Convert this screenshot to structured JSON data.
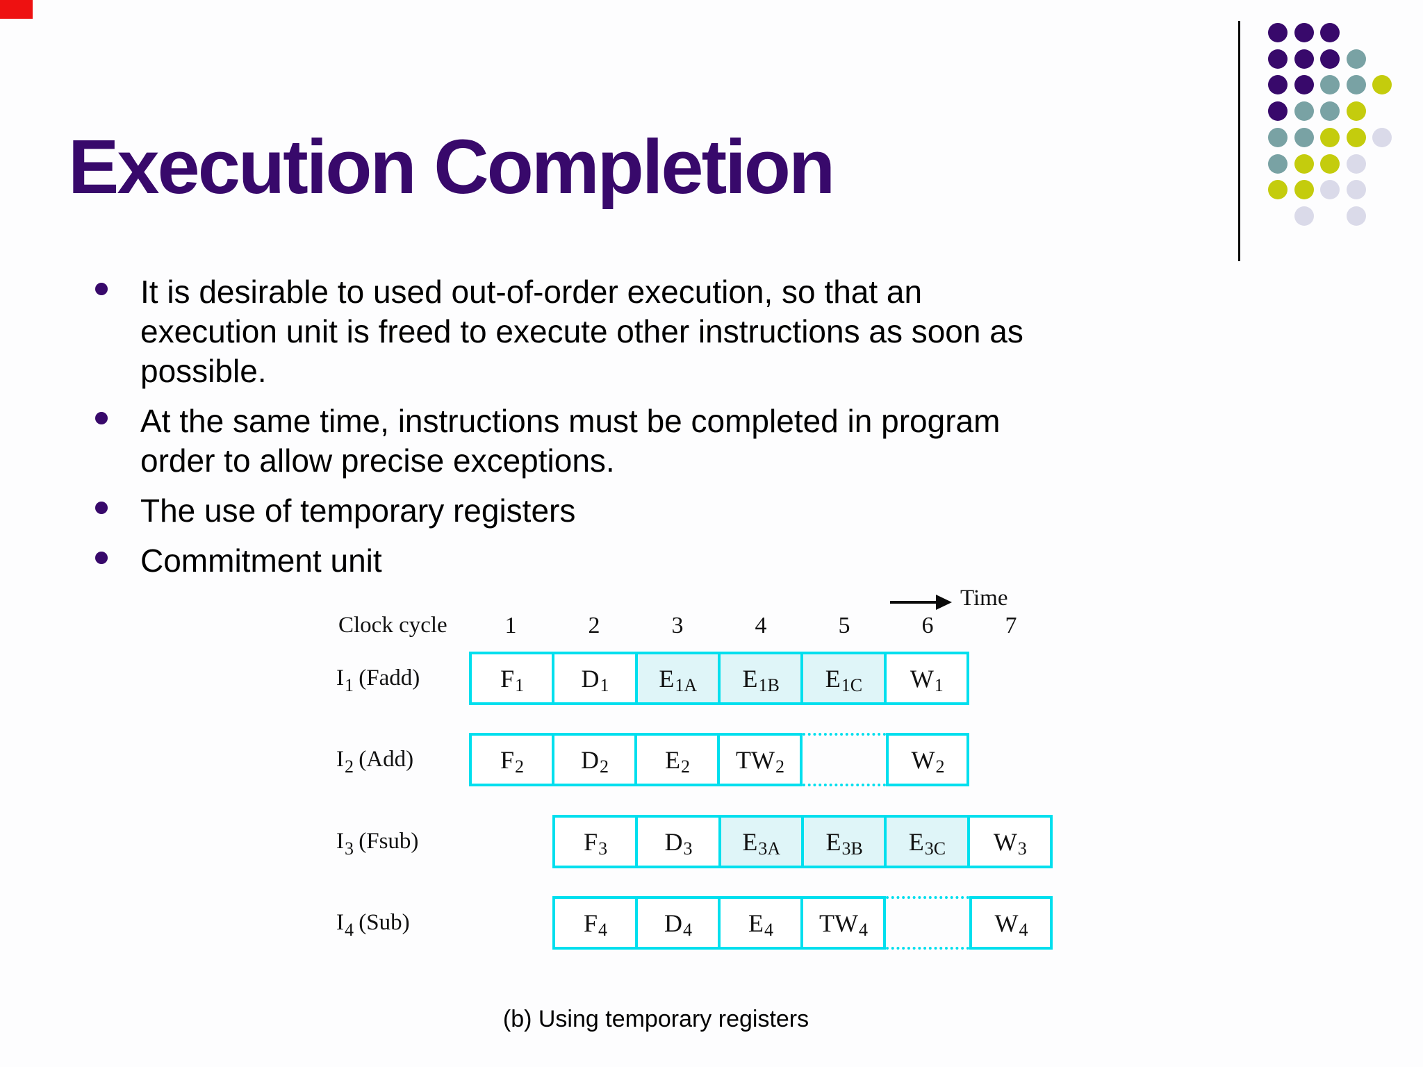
{
  "title": "Execution Completion",
  "title_color": "#38096b",
  "corner_mark_color": "#ee1111",
  "bullets": [
    {
      "lines": [
        "It is desirable to used out-of-order execution, so that an",
        "execution unit is freed to execute other instructions as soon as",
        "possible."
      ]
    },
    {
      "lines": [
        "At the same time, instructions must be completed in program",
        "order to allow precise exceptions."
      ]
    },
    {
      "lines": [
        "The use of temporary registers"
      ]
    },
    {
      "lines": [
        "Commitment unit"
      ]
    }
  ],
  "decoration": {
    "palette": {
      "P": "#38096b",
      "T": "#79a2a4",
      "Y": "#c4cc0d",
      "L": "#dadae9"
    },
    "rows": [
      "PPP..",
      "PPPT.",
      "PPTTY",
      "PTTY.",
      "TTYYL",
      "TYYL.",
      "YYLL.",
      ".L.L."
    ]
  },
  "diagram": {
    "clock_cycle_label": "Clock cycle",
    "cycles": [
      "1",
      "2",
      "3",
      "4",
      "5",
      "6",
      "7"
    ],
    "time_label": "Time",
    "border_color": "#00dfee",
    "stage_fill_color": "#dff5f8",
    "caption": "(b) Using temporary registers",
    "rows": [
      {
        "label": {
          "base": "I",
          "sub": "1",
          "text": "(Fadd)"
        },
        "segments": [
          {
            "box": [
              1,
              6
            ],
            "cells": [
              {
                "t": "F",
                "sub": "1"
              },
              {
                "t": "D",
                "sub": "1"
              },
              {
                "t": "E",
                "sub": "1A",
                "filled": true
              },
              {
                "t": "E",
                "sub": "1B",
                "filled": true
              },
              {
                "t": "E",
                "sub": "1C",
                "filled": true
              },
              {
                "t": "W",
                "sub": "1"
              }
            ]
          }
        ]
      },
      {
        "label": {
          "base": "I",
          "sub": "2",
          "text": "(Add)"
        },
        "segments": [
          {
            "box": [
              1,
              4
            ],
            "cells": [
              {
                "t": "F",
                "sub": "2"
              },
              {
                "t": "D",
                "sub": "2"
              },
              {
                "t": "E",
                "sub": "2"
              },
              {
                "t": "TW",
                "sub": "2"
              }
            ]
          },
          {
            "gap": 5
          },
          {
            "box": [
              6,
              6
            ],
            "cells": [
              {
                "t": "W",
                "sub": "2"
              }
            ]
          }
        ]
      },
      {
        "label": {
          "base": "I",
          "sub": "3",
          "text": "(Fsub)"
        },
        "segments": [
          {
            "box": [
              2,
              7
            ],
            "cells": [
              {
                "t": "F",
                "sub": "3"
              },
              {
                "t": "D",
                "sub": "3"
              },
              {
                "t": "E",
                "sub": "3A",
                "filled": true
              },
              {
                "t": "E",
                "sub": "3B",
                "filled": true
              },
              {
                "t": "E",
                "sub": "3C",
                "filled": true
              },
              {
                "t": "W",
                "sub": "3"
              }
            ]
          }
        ]
      },
      {
        "label": {
          "base": "I",
          "sub": "4",
          "text": "(Sub)"
        },
        "segments": [
          {
            "box": [
              2,
              5
            ],
            "cells": [
              {
                "t": "F",
                "sub": "4"
              },
              {
                "t": "D",
                "sub": "4"
              },
              {
                "t": "E",
                "sub": "4"
              },
              {
                "t": "TW",
                "sub": "4"
              }
            ]
          },
          {
            "gap": 6
          },
          {
            "box": [
              7,
              7
            ],
            "cells": [
              {
                "t": "W",
                "sub": "4"
              }
            ]
          }
        ]
      }
    ]
  }
}
